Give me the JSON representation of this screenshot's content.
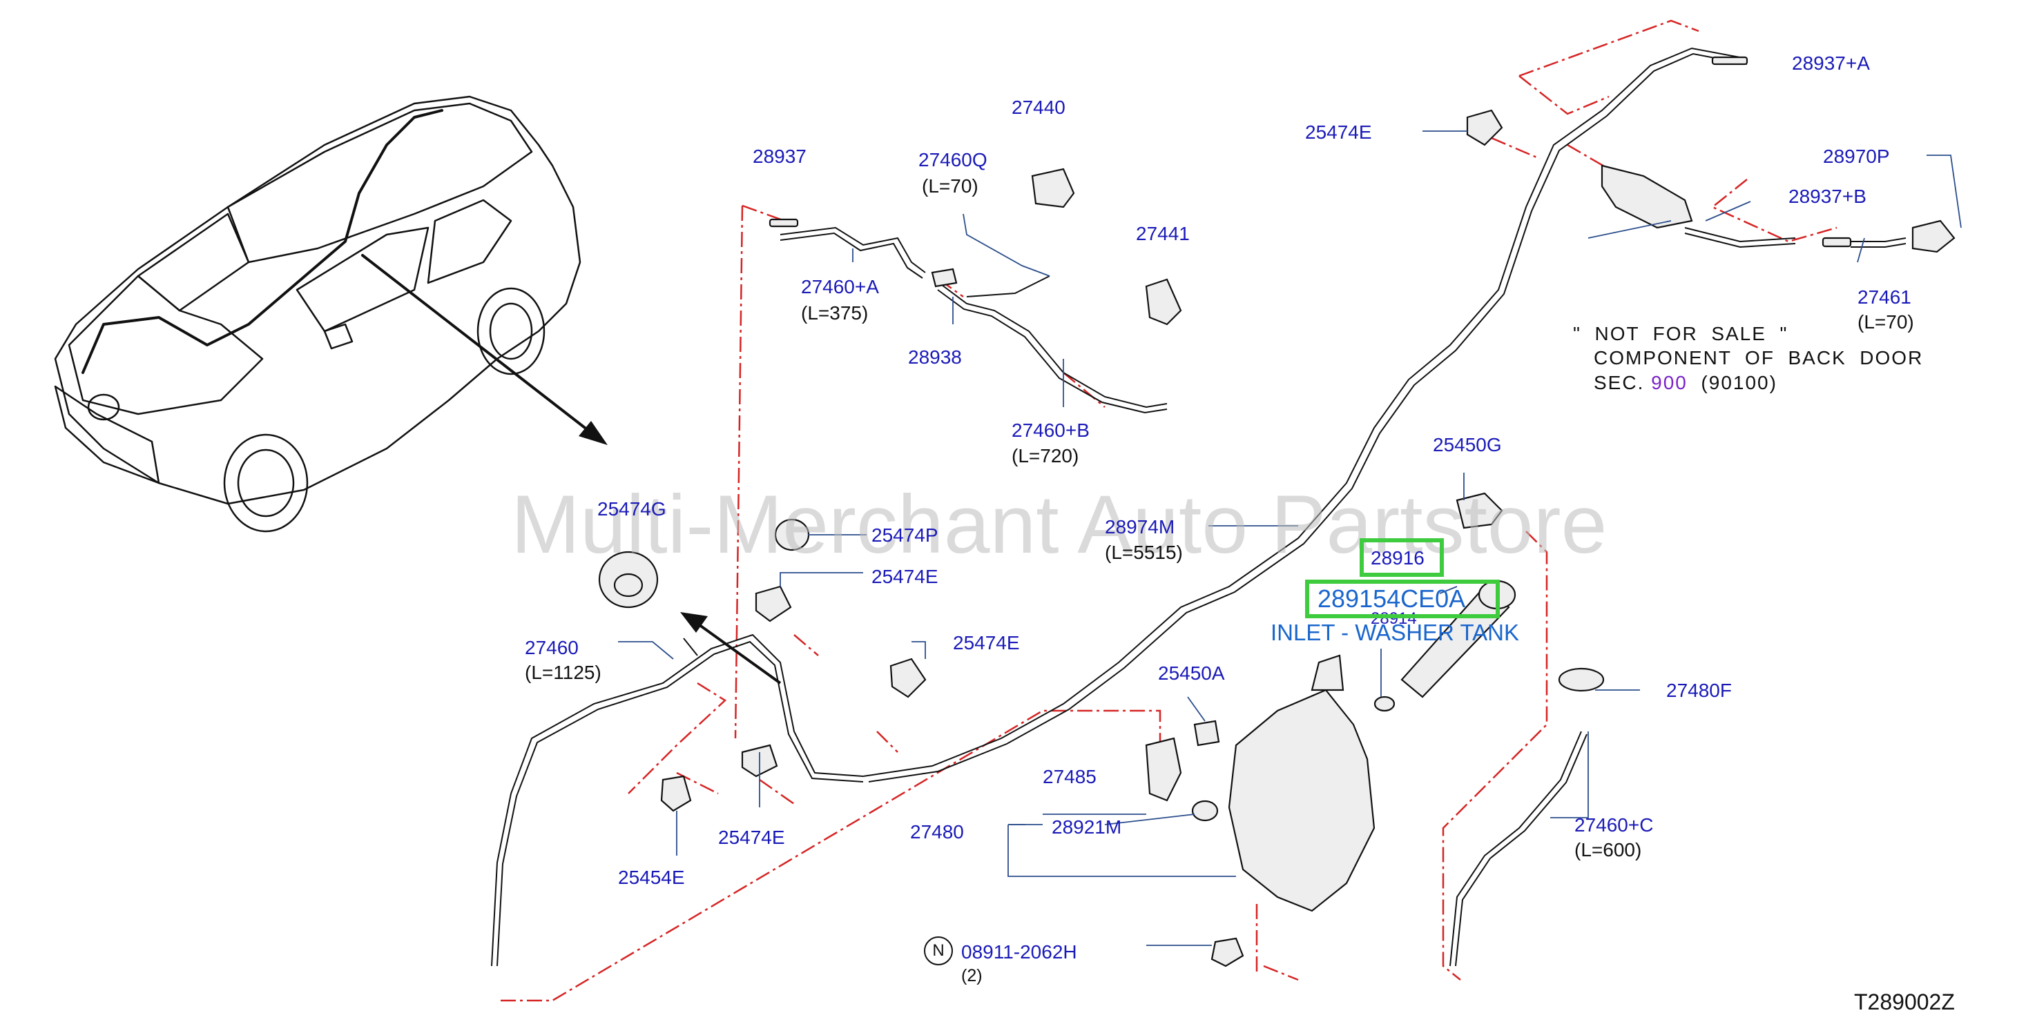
{
  "watermark": "Multi-Merchant Auto Partstore",
  "diagram_code": "T289002Z",
  "colors": {
    "label": "#1a1ab8",
    "leader": "#2b4e8c",
    "phantom": "#d62424",
    "highlight": "#3ecc3e",
    "hot_text": "#1a66cc"
  },
  "parts": {
    "p28937": "28937",
    "p27460Q": "27460Q",
    "p27460Q_len": "(L=70)",
    "p27440": "27440",
    "p27441": "27441",
    "p27460A": "27460+A",
    "p27460A_len": "(L=375)",
    "p28938": "28938",
    "p27460B": "27460+B",
    "p27460B_len": "(L=720)",
    "p25474E_top": "25474E",
    "p28937A": "28937+A",
    "p28970P": "28970P",
    "p28937B": "28937+B",
    "p27461": "27461",
    "p27461_len": "(L=70)",
    "p25450G": "25450G",
    "p25474G": "25474G",
    "p25474P": "25474P",
    "p25474E_mid": "25474E",
    "p25474E_right": "25474E",
    "p28974M": "28974M",
    "p28974M_len": "(L=5515)",
    "p28916": "28916",
    "p28914": "28914",
    "p27460": "27460",
    "p27460_len": "(L=1125)",
    "p25450A": "25450A",
    "p27480F": "27480F",
    "p27485": "27485",
    "p27480": "27480",
    "p28921M": "28921M",
    "p25474E_low": "25474E",
    "p25454E": "25454E",
    "p27460C": "27460+C",
    "p27460C_len": "(L=600)",
    "p08911": "08911-2062H",
    "p08911_qty": "(2)",
    "n_symbol": "N"
  },
  "note": {
    "line1": "\"  NOT  FOR  SALE  \"",
    "line2": "COMPONENT  OF  BACK  DOOR",
    "line3_pre": "SEC. ",
    "line3_num": "900",
    "line3_post": "  (90100)"
  },
  "hotspot": {
    "code": "289154CE0A",
    "caption": "INLET - WASHER TANK"
  }
}
